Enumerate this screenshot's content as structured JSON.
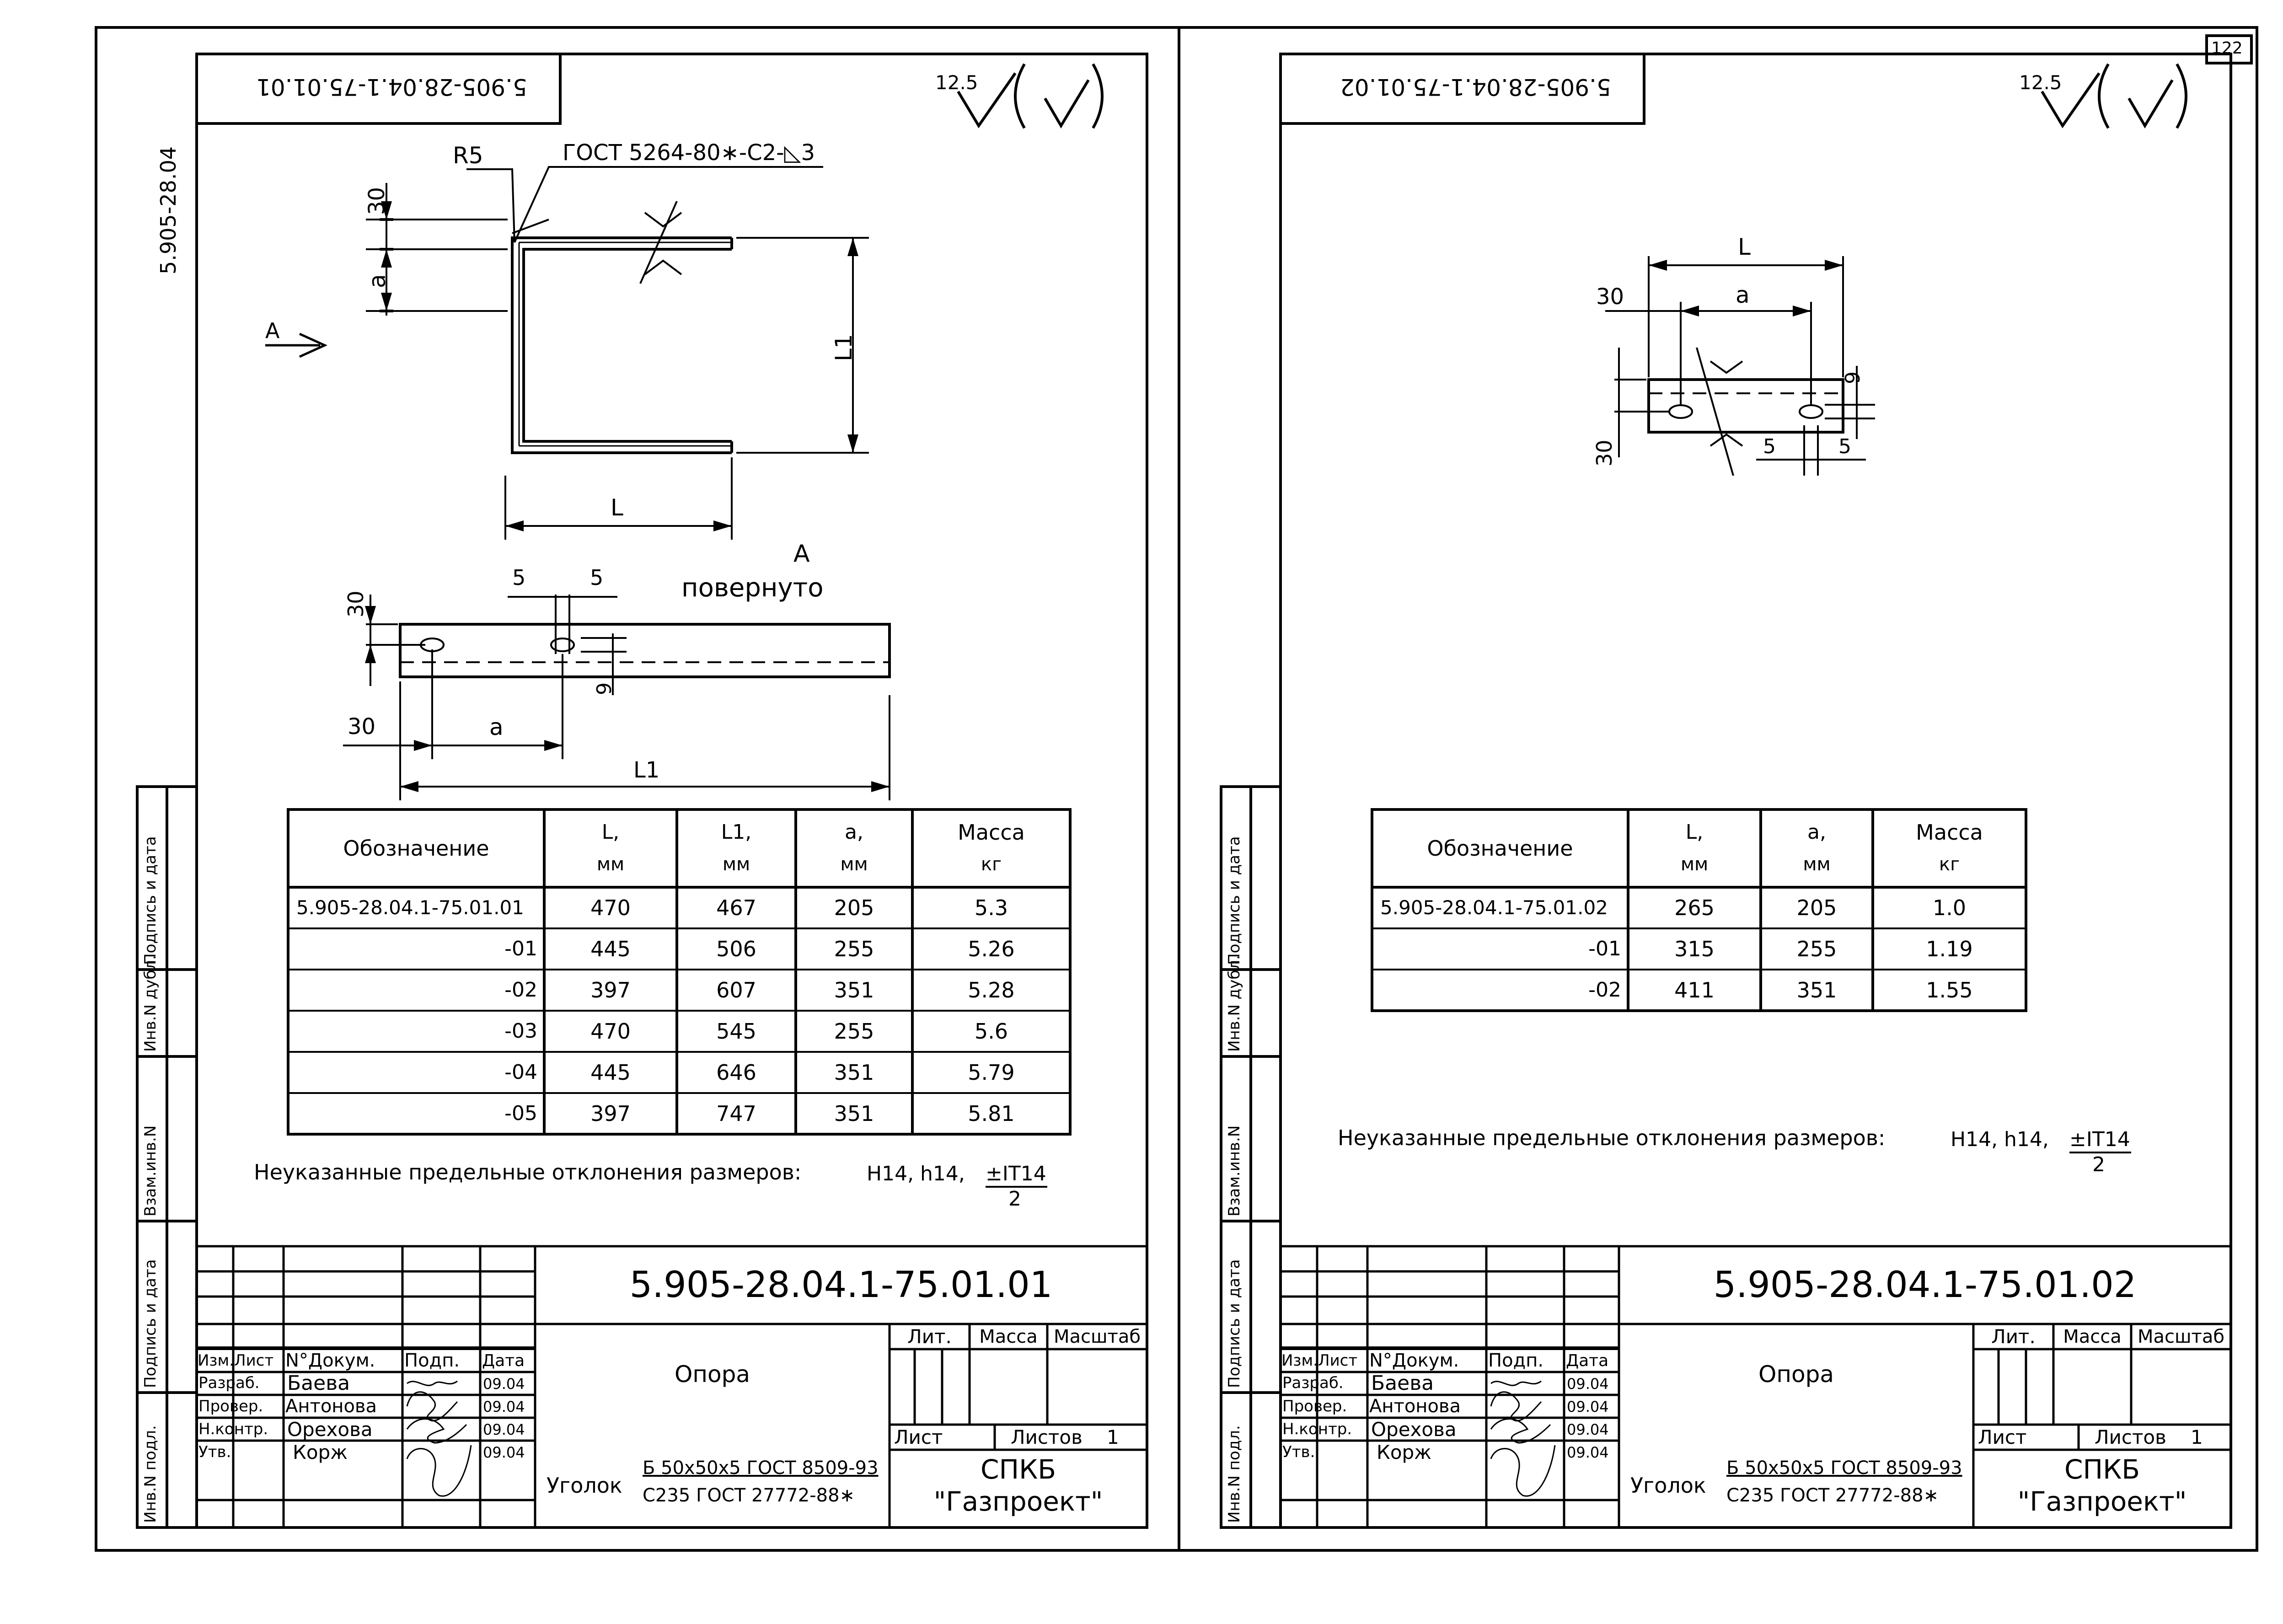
{
  "page_number": "122",
  "left_margin_code": "5.905-28.04",
  "side_stamp_labels": [
    "Инв.N подл.",
    "Подпись и дата",
    "Взам.инв.N",
    "Инв.N дубл.",
    "Подпись и дата"
  ],
  "sheets": [
    {
      "code_flipped": "5.905-28.04.1-75.01.01",
      "roughness": {
        "value": "12.5",
        "symbol": "√ (√)"
      },
      "drawing": {
        "r5": "R5",
        "weld": "ГОСТ 5264-80∗-C2-◺3",
        "dim_30_top": "30",
        "dim_a": "a",
        "dim_L1": "L1",
        "dim_L": "L",
        "view_arrow": "A",
        "view_label_1": "A",
        "view_label_2": "повернуто",
        "dim_5_left": "5",
        "dim_5_right": "5",
        "dim_30_side": "30",
        "dim_9": "9",
        "dim_30_bottom": "30",
        "dim_a_bottom": "a",
        "dim_L1_bottom": "L1"
      },
      "table": {
        "headers": [
          [
            "Обозначение"
          ],
          [
            "L,",
            "мм"
          ],
          [
            "L1,",
            "мм"
          ],
          [
            "a,",
            "мм"
          ],
          [
            "Масса",
            "кг"
          ]
        ],
        "rows": [
          [
            "5.905-28.04.1-75.01.01",
            "470",
            "467",
            "205",
            "5.3"
          ],
          [
            "-01",
            "445",
            "506",
            "255",
            "5.26"
          ],
          [
            "-02",
            "397",
            "607",
            "351",
            "5.28"
          ],
          [
            "-03",
            "470",
            "545",
            "255",
            "5.6"
          ],
          [
            "-04",
            "445",
            "646",
            "351",
            "5.79"
          ],
          [
            "-05",
            "397",
            "747",
            "351",
            "5.81"
          ]
        ]
      },
      "tolerance_note": "Неуказанные предельные отклонения размеров:",
      "tolerance_value": "H14, h14,",
      "tolerance_frac_num": "±IT14",
      "tolerance_frac_den": "2",
      "title_block": {
        "designation": "5.905-28.04.1-75.01.01",
        "name": "Опора",
        "material_label": "Уголок",
        "material_1": "Б 50х50х5 ГОСТ 8509-93",
        "material_2": "С235 ГОСТ 27772-88∗",
        "org_1": "СПКБ",
        "org_2": "\"Газпроект\"",
        "lit": "Лит.",
        "mass": "Масса",
        "scale": "Масштаб",
        "sheet": "Лист",
        "sheets": "Листов",
        "sheets_count": "1",
        "hdr": [
          "Изм.",
          "Лист",
          "N°Докум.",
          "Подп.",
          "Дата"
        ],
        "staff": [
          {
            "role": "Разраб.",
            "name": "Баева",
            "date": "09.04"
          },
          {
            "role": "Провер.",
            "name": "Антонова",
            "date": "09.04"
          },
          {
            "role": "Н.контр.",
            "name": "Орехова",
            "date": "09.04"
          },
          {
            "role": "Утв.",
            "name": "Корж",
            "date": "09.04"
          }
        ]
      }
    },
    {
      "code_flipped": "5.905-28.04.1-75.01.02",
      "roughness": {
        "value": "12.5",
        "symbol": "√ (√)"
      },
      "drawing": {
        "dim_L": "L",
        "dim_30_top": "30",
        "dim_a": "a",
        "dim_9": "9",
        "dim_30_side": "30",
        "dim_5_left": "5",
        "dim_5_right": "5"
      },
      "table": {
        "headers": [
          [
            "Обозначение"
          ],
          [
            "L,",
            "мм"
          ],
          [
            "a,",
            "мм"
          ],
          [
            "Масса",
            "кг"
          ]
        ],
        "rows": [
          [
            "5.905-28.04.1-75.01.02",
            "265",
            "205",
            "1.0"
          ],
          [
            "-01",
            "315",
            "255",
            "1.19"
          ],
          [
            "-02",
            "411",
            "351",
            "1.55"
          ]
        ]
      },
      "tolerance_note": "Неуказанные предельные отклонения размеров:",
      "tolerance_value": "H14, h14,",
      "tolerance_frac_num": "±IT14",
      "tolerance_frac_den": "2",
      "title_block": {
        "designation": "5.905-28.04.1-75.01.02",
        "name": "Опора",
        "material_label": "Уголок",
        "material_1": "Б 50х50х5 ГОСТ 8509-93",
        "material_2": "С235 ГОСТ 27772-88∗",
        "org_1": "СПКБ",
        "org_2": "\"Газпроект\"",
        "lit": "Лит.",
        "mass": "Масса",
        "scale": "Масштаб",
        "sheet": "Лист",
        "sheets": "Листов",
        "sheets_count": "1",
        "hdr": [
          "Изм.",
          "Лист",
          "N°Докум.",
          "Подп.",
          "Дата"
        ],
        "staff": [
          {
            "role": "Разраб.",
            "name": "Баева",
            "date": "09.04"
          },
          {
            "role": "Провер.",
            "name": "Антонова",
            "date": "09.04"
          },
          {
            "role": "Н.контр.",
            "name": "Орехова",
            "date": "09.04"
          },
          {
            "role": "Утв.",
            "name": "Корж",
            "date": "09.04"
          }
        ]
      }
    }
  ]
}
